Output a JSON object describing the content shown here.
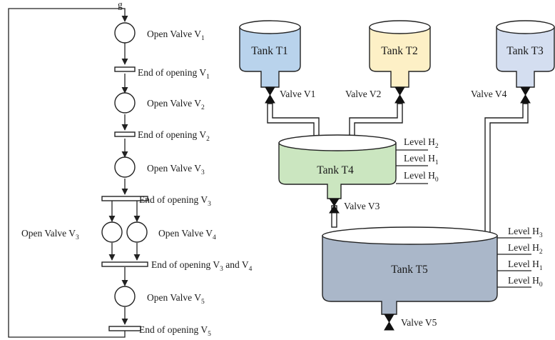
{
  "petri": {
    "top_label": "g",
    "steps": [
      {
        "id": "p1",
        "base": "Open Valve V",
        "sub": "1"
      },
      {
        "id": "p2",
        "base": "Open Valve V",
        "sub": "2"
      },
      {
        "id": "p3",
        "base": "Open Valve V",
        "sub": "3"
      },
      {
        "id": "p4a",
        "base": "Open Valve V",
        "sub": "3"
      },
      {
        "id": "p4b",
        "base": "Open Valve V",
        "sub": "4"
      },
      {
        "id": "p5",
        "base": "Open Valve V",
        "sub": "5"
      }
    ],
    "transitions": [
      {
        "id": "t1",
        "base": "End of opening V",
        "sub": "1"
      },
      {
        "id": "t2",
        "base": "End of opening V",
        "sub": "2"
      },
      {
        "id": "t3",
        "base": "End of opening V",
        "sub": "3"
      },
      {
        "id": "t4",
        "base": "End of opening V",
        "sub": "3",
        "tail": " and V",
        "sub2": "4"
      },
      {
        "id": "t5",
        "base": "End of opening V",
        "sub": "5"
      }
    ]
  },
  "plant": {
    "tanks": [
      {
        "id": "T1",
        "label": "Tank T1",
        "color": "#b9d3ec"
      },
      {
        "id": "T2",
        "label": "Tank T2",
        "color": "#fdf0c6"
      },
      {
        "id": "T3",
        "label": "Tank T3",
        "color": "#d4def0"
      },
      {
        "id": "T4",
        "label": "Tank T4",
        "color": "#cbe6c0"
      },
      {
        "id": "T5",
        "label": "Tank T5",
        "color": "#aab7c9"
      }
    ],
    "valves": [
      {
        "id": "V1",
        "label": "Valve V1"
      },
      {
        "id": "V2",
        "label": "Valve V2"
      },
      {
        "id": "V4",
        "label": "Valve V4"
      },
      {
        "id": "V3",
        "label": "Valve V3"
      },
      {
        "id": "V5",
        "label": "Valve V5"
      }
    ],
    "levels_t4": [
      {
        "base": "Level H",
        "sub": "2"
      },
      {
        "base": "Level H",
        "sub": "1"
      },
      {
        "base": "Level H",
        "sub": "0"
      }
    ],
    "levels_t5": [
      {
        "base": "Level H",
        "sub": "3"
      },
      {
        "base": "Level H",
        "sub": "2"
      },
      {
        "base": "Level H",
        "sub": "1"
      },
      {
        "base": "Level H",
        "sub": "0"
      }
    ]
  }
}
